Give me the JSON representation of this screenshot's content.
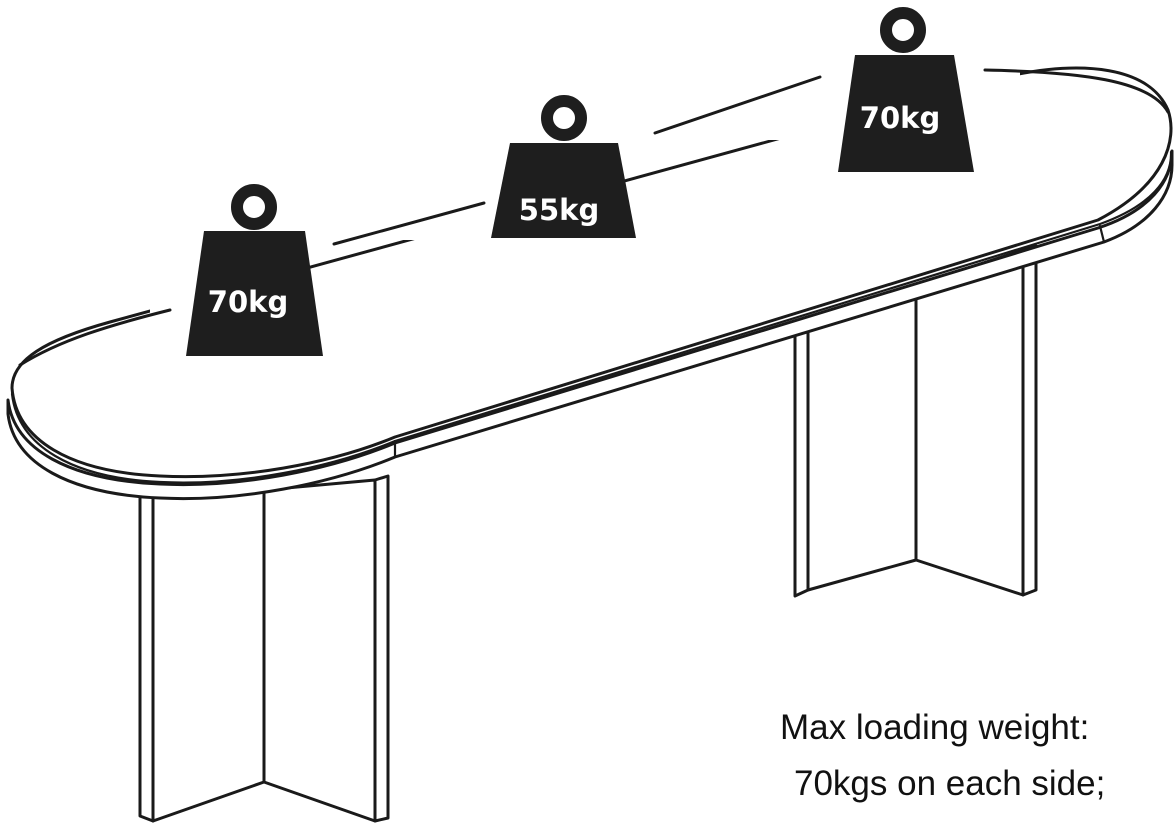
{
  "weights": [
    {
      "label": "70kg"
    },
    {
      "label": "55kg"
    },
    {
      "label": "70kg"
    }
  ],
  "caption": {
    "line1": "Max loading weight:",
    "line2": "70kgs on each side;"
  },
  "colors": {
    "ink": "#1a1a1a",
    "weight": "#1e1e1e",
    "background": "#ffffff"
  }
}
